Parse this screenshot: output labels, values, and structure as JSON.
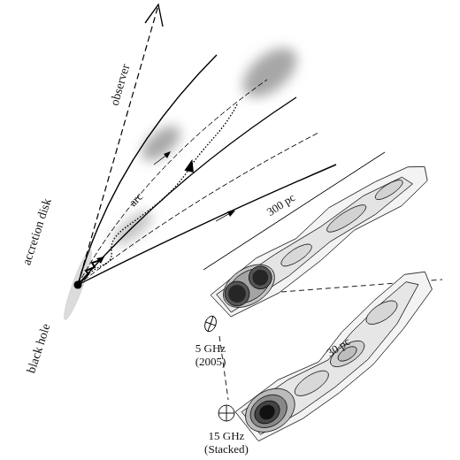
{
  "diagram": {
    "labels": [
      "observer",
      "accretion disk",
      "black hole",
      "arc",
      "300 pc",
      "5 GHz (2005)",
      "30 pc",
      "15 GHz (Stacked)"
    ]
  }
}
